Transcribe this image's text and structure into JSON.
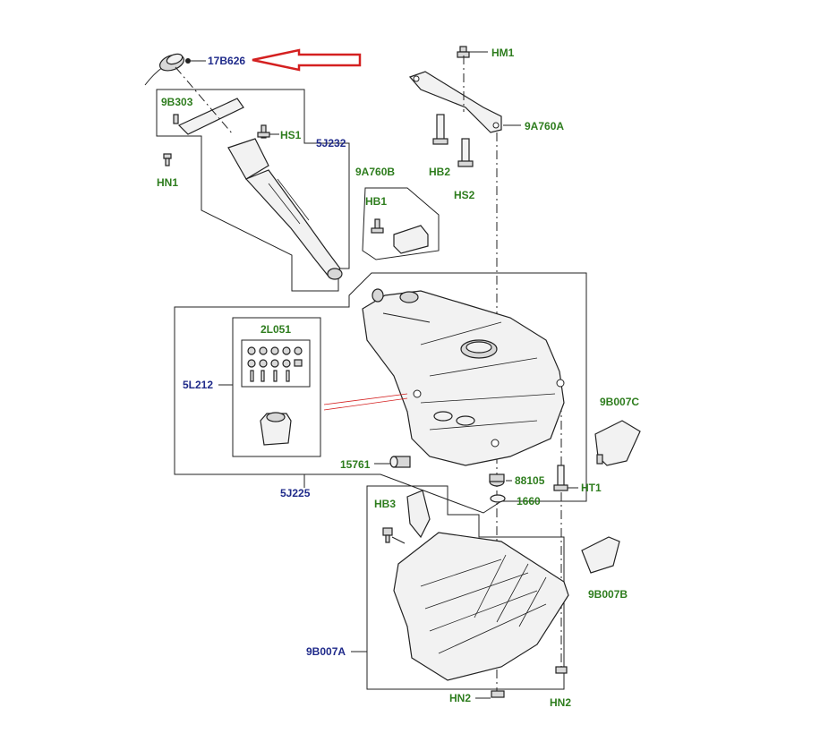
{
  "accent_arrow_color": "#d42020",
  "label_green": "#2e7d1e",
  "label_navy": "#1f2a8a",
  "labels": {
    "p17b626": "17B626",
    "p9b303": "9B303",
    "hs1": "HS1",
    "p5j232": "5J232",
    "hn1": "HN1",
    "hm1": "HM1",
    "p9a760a": "9A760A",
    "hb2": "HB2",
    "hs2": "HS2",
    "p9a760b": "9A760B",
    "hb1": "HB1",
    "p2l051": "2L051",
    "p5l212": "5L212",
    "p9b007c": "9B007C",
    "p15761": "15761",
    "p88105": "88105",
    "p1660": "1660",
    "ht1": "HT1",
    "p5j225": "5J225",
    "hb3": "HB3",
    "p9b007b": "9B007B",
    "p9b007a": "9B007A",
    "hn2_left": "HN2",
    "hn2_right": "HN2"
  }
}
